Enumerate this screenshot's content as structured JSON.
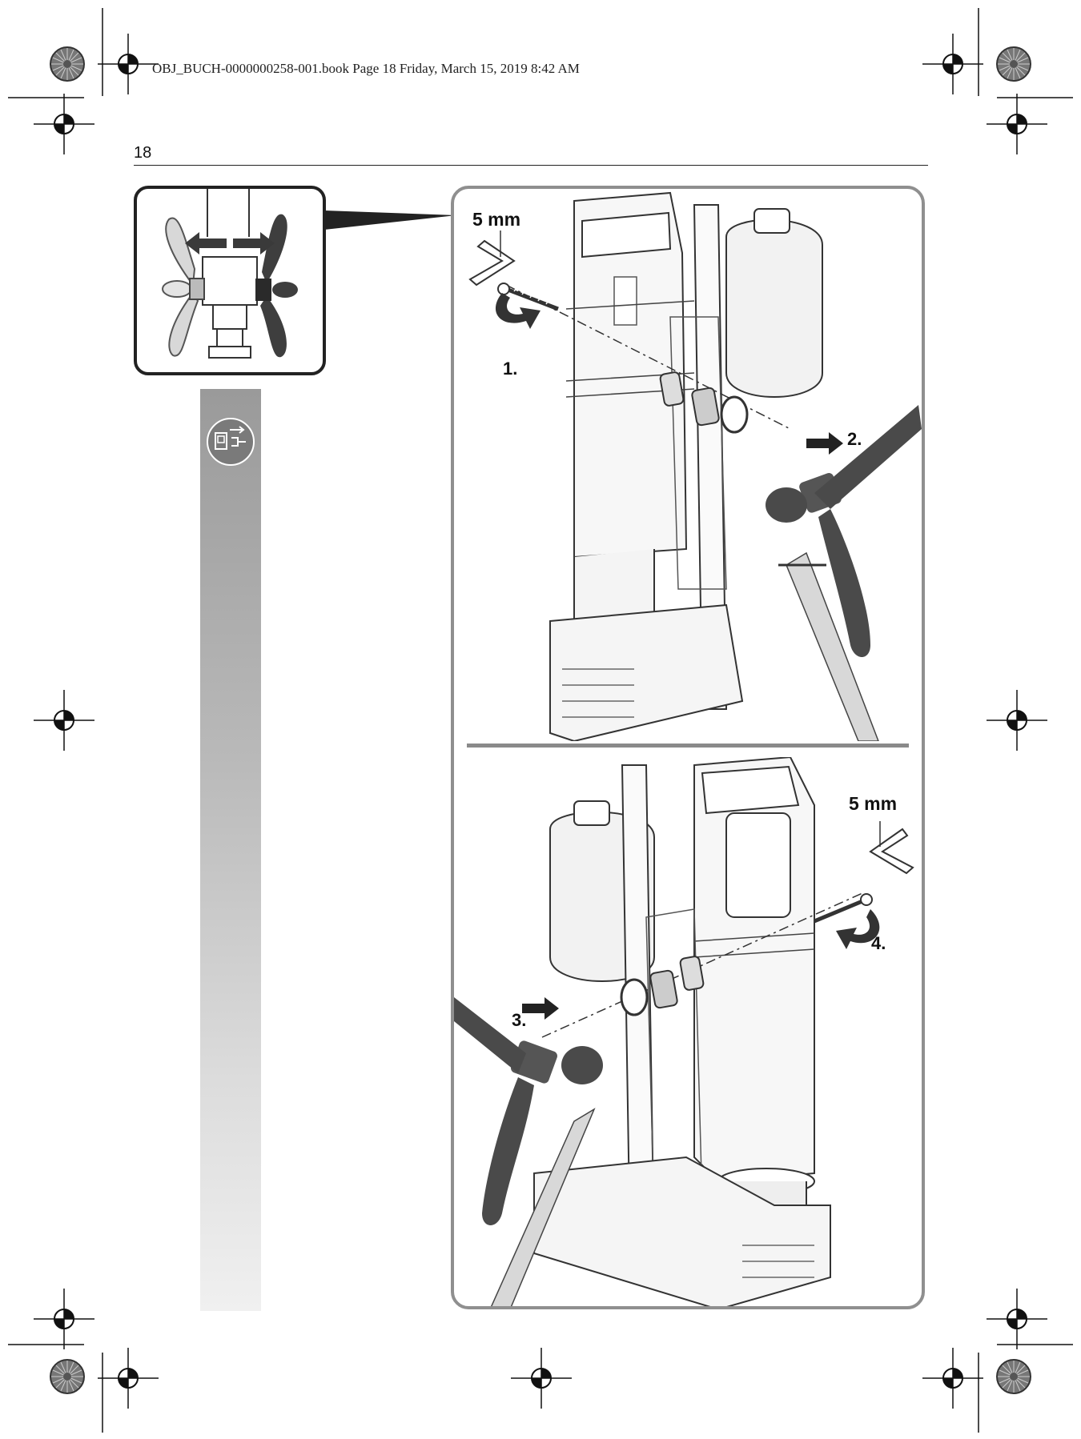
{
  "header": {
    "file_line": "OBJ_BUCH-0000000258-001.book  Page 18  Friday, March 15, 2019  8:42 AM"
  },
  "page": {
    "number": "18"
  },
  "figure": {
    "top": {
      "wrench_size": "5 mm",
      "step_1": "1.",
      "step_2": "2."
    },
    "bottom": {
      "wrench_size": "5 mm",
      "step_3": "3.",
      "step_4": "4."
    }
  },
  "icons": [
    "registration-mark-icon",
    "color-wheel-icon",
    "unplug-icon",
    "allen-key-icon",
    "rotate-arrow-icon",
    "push-arrow-icon"
  ],
  "colors": {
    "sidebar_top": "#9a9a9a",
    "sidebar_bottom": "#f0f0f0",
    "panel_border": "#8f8f8f",
    "inset_border": "#222222",
    "handle_dark": "#4a4a4a"
  }
}
